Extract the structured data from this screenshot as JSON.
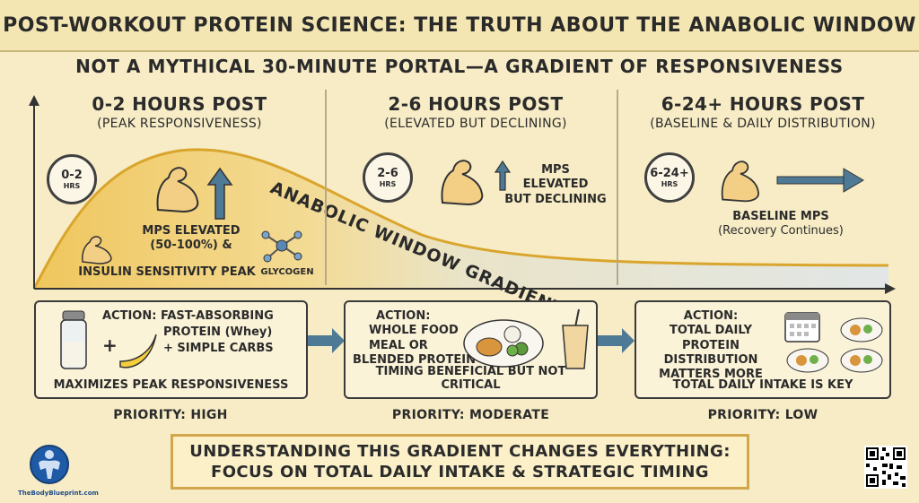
{
  "header": {
    "title": "POST-WORKOUT PROTEIN SCIENCE: THE TRUTH ABOUT THE ANABOLIC WINDOW",
    "subtitle": "NOT A MYTHICAL 30-MINUTE PORTAL—A GRADIENT OF RESPONSIVENESS"
  },
  "colors": {
    "background": "#f7ecc6",
    "curve_fill": "#f1c95d",
    "curve_line": "#d9a52c",
    "tail_fill": "#dfe6ea",
    "arrow": "#4f7a95",
    "banner_border": "#d2a74b"
  },
  "gradient_label": "ANABOLIC WINDOW GRADIENT",
  "chart_data": {
    "type": "area",
    "x": [
      0,
      1,
      2,
      4,
      6,
      12,
      24
    ],
    "values": [
      0,
      0.85,
      1.0,
      0.55,
      0.3,
      0.12,
      0.1
    ],
    "title": "",
    "xlabel": "",
    "ylabel": "",
    "grid": false
  },
  "phases": [
    {
      "title": "0-2 HOURS POST",
      "subtitle": "(PEAK RESPONSIVENESS)",
      "clock_main": "0-2",
      "clock_sub": "HRS",
      "labels": [
        "MPS ELEVATED",
        "(50-100%) &",
        "INSULIN SENSITIVITY PEAK",
        "GLYCOGEN"
      ],
      "icons": [
        "flexed-arm-icon",
        "up-arrow-icon",
        "small-muscle-icon",
        "molecule-icon"
      ],
      "action": {
        "lines": [
          "ACTION:  FAST-ABSORBING",
          "PROTEIN (Whey)",
          "+ SIMPLE CARBS"
        ],
        "plus": "+",
        "footer": "MAXIMIZES PEAK RESPONSIVENESS",
        "icons": [
          "shaker-bottle-icon",
          "banana-icon"
        ]
      },
      "priority": "PRIORITY: HIGH"
    },
    {
      "title": "2-6 HOURS POST",
      "subtitle": "(ELEVATED BUT DECLINING)",
      "clock_main": "2-6",
      "clock_sub": "HRS",
      "labels": [
        "MPS",
        "ELEVATED",
        "BUT DECLINING"
      ],
      "icons": [
        "flexed-arm-icon",
        "up-arrow-icon"
      ],
      "action": {
        "lines": [
          "ACTION:",
          "WHOLE FOOD",
          "MEAL OR",
          "BLENDED PROTEIN"
        ],
        "footer": "TIMING BENEFICIAL BUT NOT CRITICAL",
        "icons": [
          "meal-plate-icon",
          "smoothie-icon"
        ]
      },
      "priority": "PRIORITY: MODERATE"
    },
    {
      "title": "6-24+ HOURS POST",
      "subtitle": "(BASELINE & DAILY DISTRIBUTION)",
      "clock_main": "6-24+",
      "clock_sub": "HRS",
      "labels": [
        "BASELINE MPS",
        "(Recovery Continues)"
      ],
      "icons": [
        "flexed-arm-icon",
        "right-arrow-icon"
      ],
      "action": {
        "lines": [
          "ACTION:",
          "TOTAL DAILY",
          "PROTEIN DISTRIBUTION",
          "MATTERS MORE"
        ],
        "footer": "TOTAL DAILY INTAKE IS KEY",
        "icons": [
          "calendar-icon",
          "meal-plate-icon"
        ]
      },
      "priority": "PRIORITY: LOW"
    }
  ],
  "banner": {
    "line1": "UNDERSTANDING THIS GRADIENT CHANGES EVERYTHING:",
    "line2": "FOCUS ON TOTAL DAILY INTAKE & STRATEGIC TIMING"
  },
  "logo": {
    "text": "TheBodyBlueprint.com",
    "icon": "bodybuilder-logo-icon"
  },
  "qr": {
    "icon": "qr-code-icon"
  }
}
